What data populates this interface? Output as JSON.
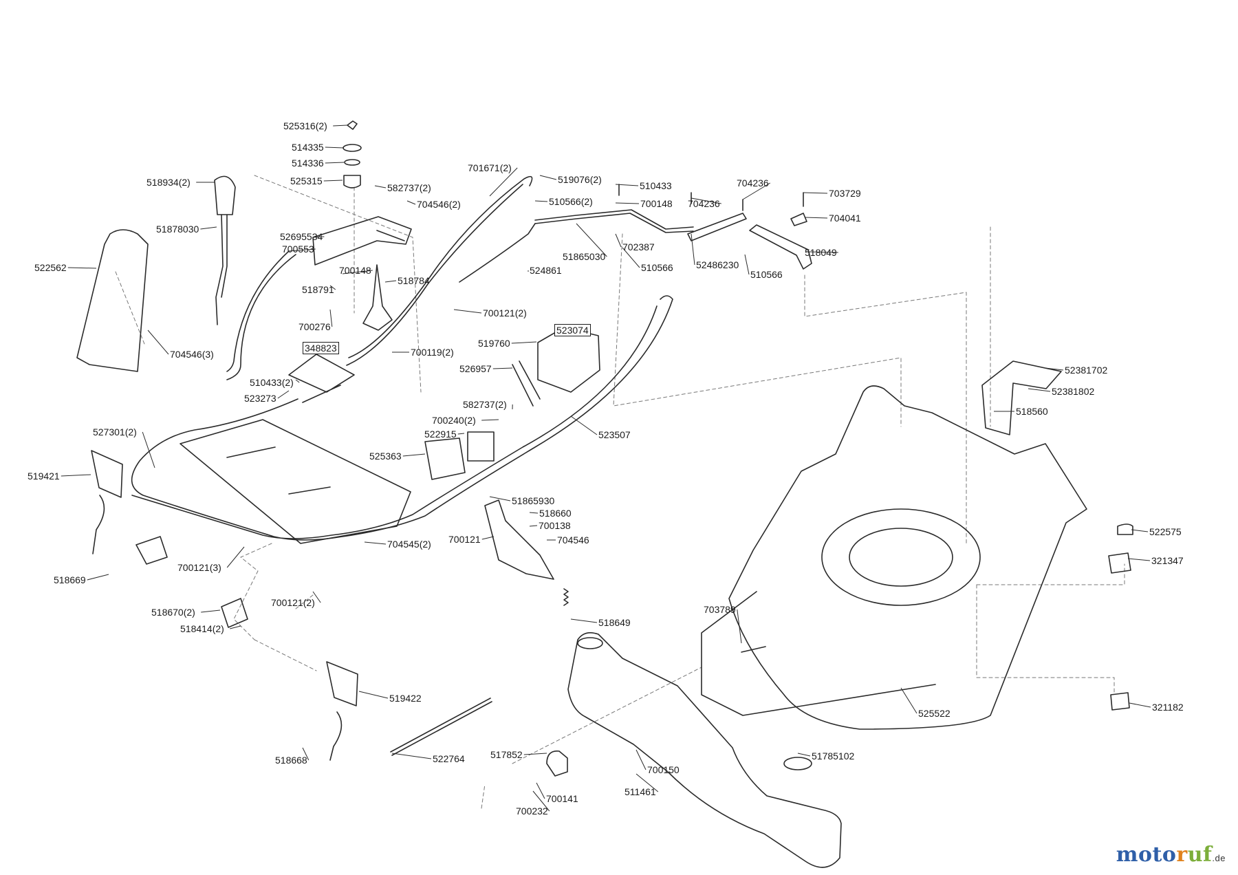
{
  "diagram": {
    "part_labels": [
      "525316(2)",
      "514335",
      "514336",
      "525315",
      "518934(2)",
      "582737(2)",
      "704546(2)",
      "701671(2)",
      "519076(2)",
      "510433",
      "704236",
      "703729",
      "510566(2)",
      "700148",
      "704236",
      "704041",
      "51878030",
      "52695534",
      "700553",
      "700148",
      "518784",
      "51865030",
      "702387",
      "52486230",
      "518049",
      "522562",
      "518791",
      "524861",
      "510566",
      "510566",
      "700276",
      "700121(2)",
      "348823",
      "704546(3)",
      "523074",
      "519760",
      "700119(2)",
      "52381702",
      "526957",
      "52381802",
      "510433(2)",
      "523273",
      "582737(2)",
      "700240(2)",
      "518560",
      "523507",
      "527301(2)",
      "522915",
      "525363",
      "519421",
      "51865930",
      "518660",
      "700138",
      "522575",
      "700121",
      "704546",
      "704545(2)",
      "321347",
      "518669",
      "700121(3)",
      "700121(2)",
      "518649",
      "703789",
      "518670(2)",
      "518414(2)",
      "519422",
      "525522",
      "321182",
      "517852",
      "51785102",
      "700150",
      "522764",
      "518668",
      "700141",
      "511461",
      "700232"
    ],
    "watermark": {
      "letters": [
        "m",
        "o",
        "t",
        "o",
        "r",
        "u",
        "f"
      ],
      "letter_colors": [
        "#2f5fa8",
        "#2f5fa8",
        "#2f5fa8",
        "#2f5fa8",
        "#e0821c",
        "#7cae3a",
        "#7cae3a"
      ],
      "suffix": ".de"
    }
  }
}
